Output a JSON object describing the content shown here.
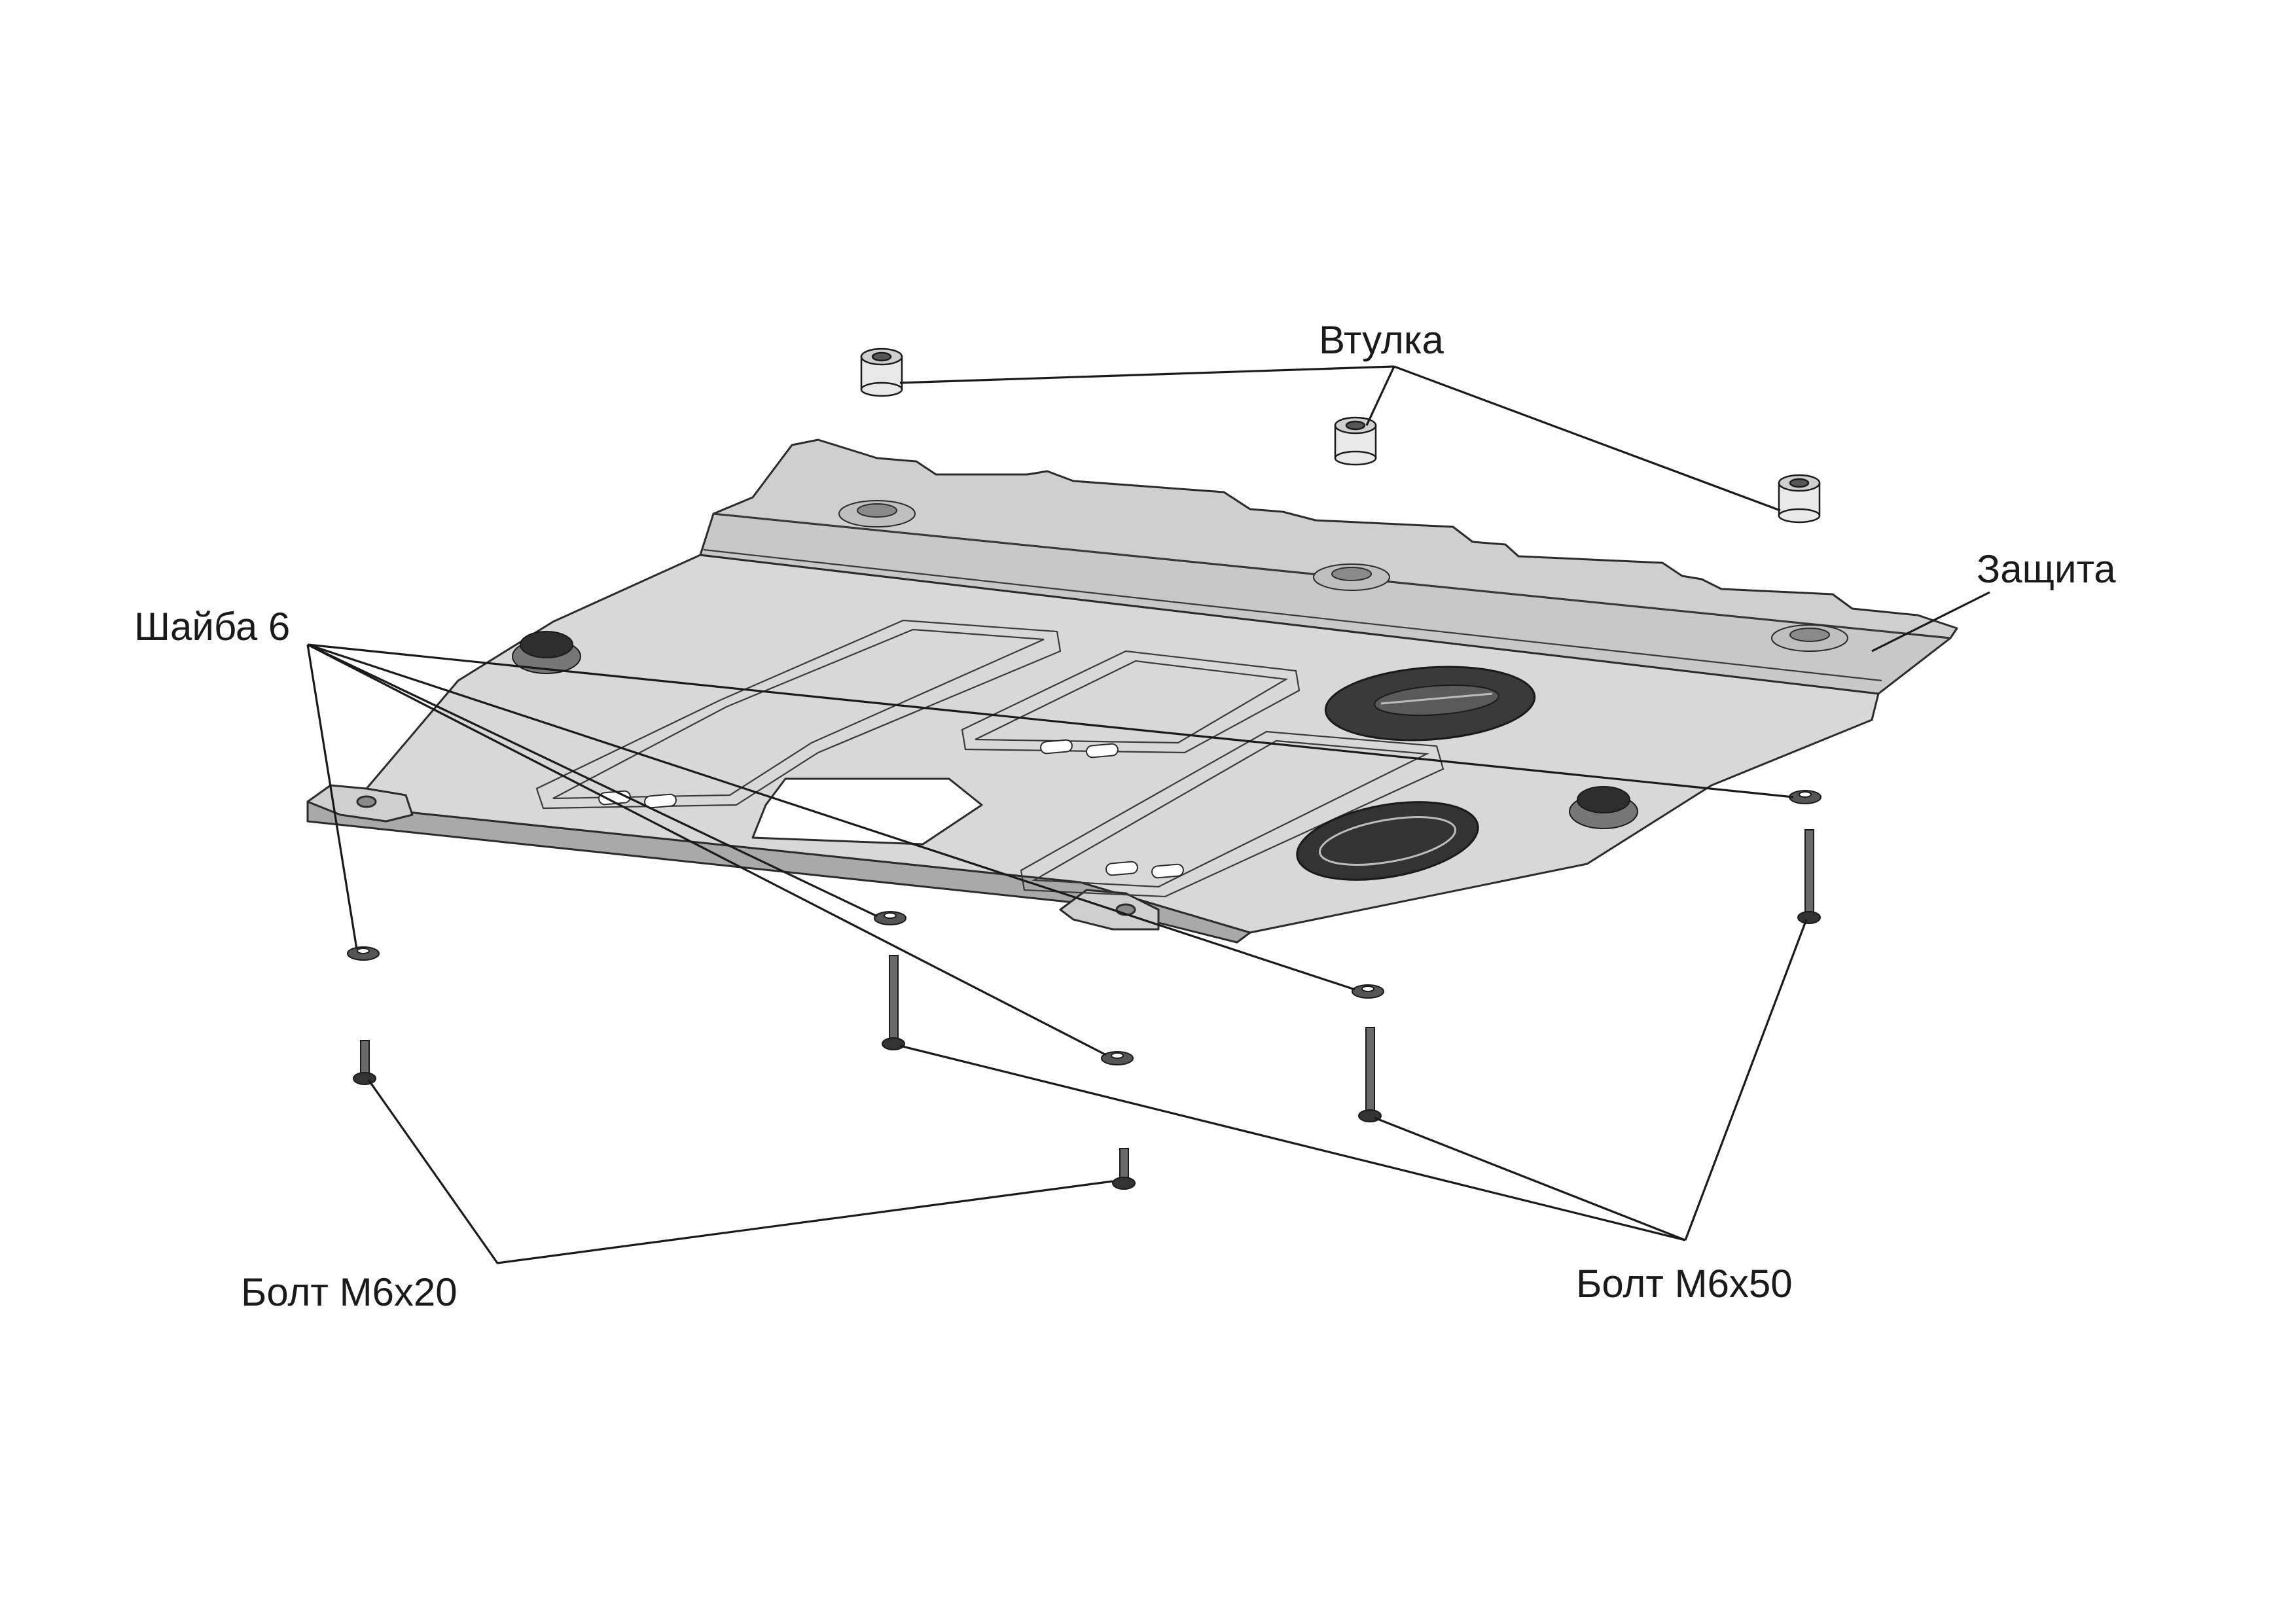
{
  "labels": {
    "bushing": "Втулка",
    "guard": "Защита",
    "washer": "Шайба 6",
    "bolt_short": "Болт М6х20",
    "bolt_long": "Болт М6х50"
  },
  "colors": {
    "plate_top": "#d6d6d6",
    "plate_flange": "#c9c9c9",
    "plate_side": "#a9a9a9",
    "panel_dark": "#2e2e2e",
    "line": "#1a1a1a"
  }
}
